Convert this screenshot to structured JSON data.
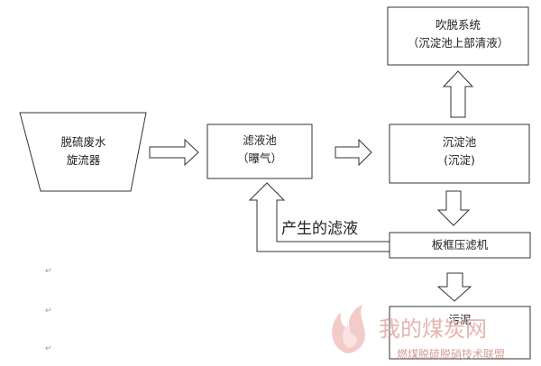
{
  "nodes": {
    "source_tank": {
      "line1": "脱硫废水",
      "line2": "旋流器"
    },
    "filtrate_tank": {
      "line1": "滤液池",
      "line2": "（曝气）"
    },
    "settling_tank": {
      "line1": "沉淀池",
      "line2": "(沉淀)"
    },
    "stripping_system": {
      "line1": "吹脱系统",
      "line2": "（沉淀池上部清液）"
    },
    "filter_press": {
      "label": "板框压滤机"
    },
    "sludge": {
      "label": "污泥"
    }
  },
  "edges": {
    "return_filtrate_label": "产生的滤液"
  },
  "watermark": {
    "site": "我的煤炭网",
    "alliance": "燃煤脱硫脱硝技术联盟"
  }
}
